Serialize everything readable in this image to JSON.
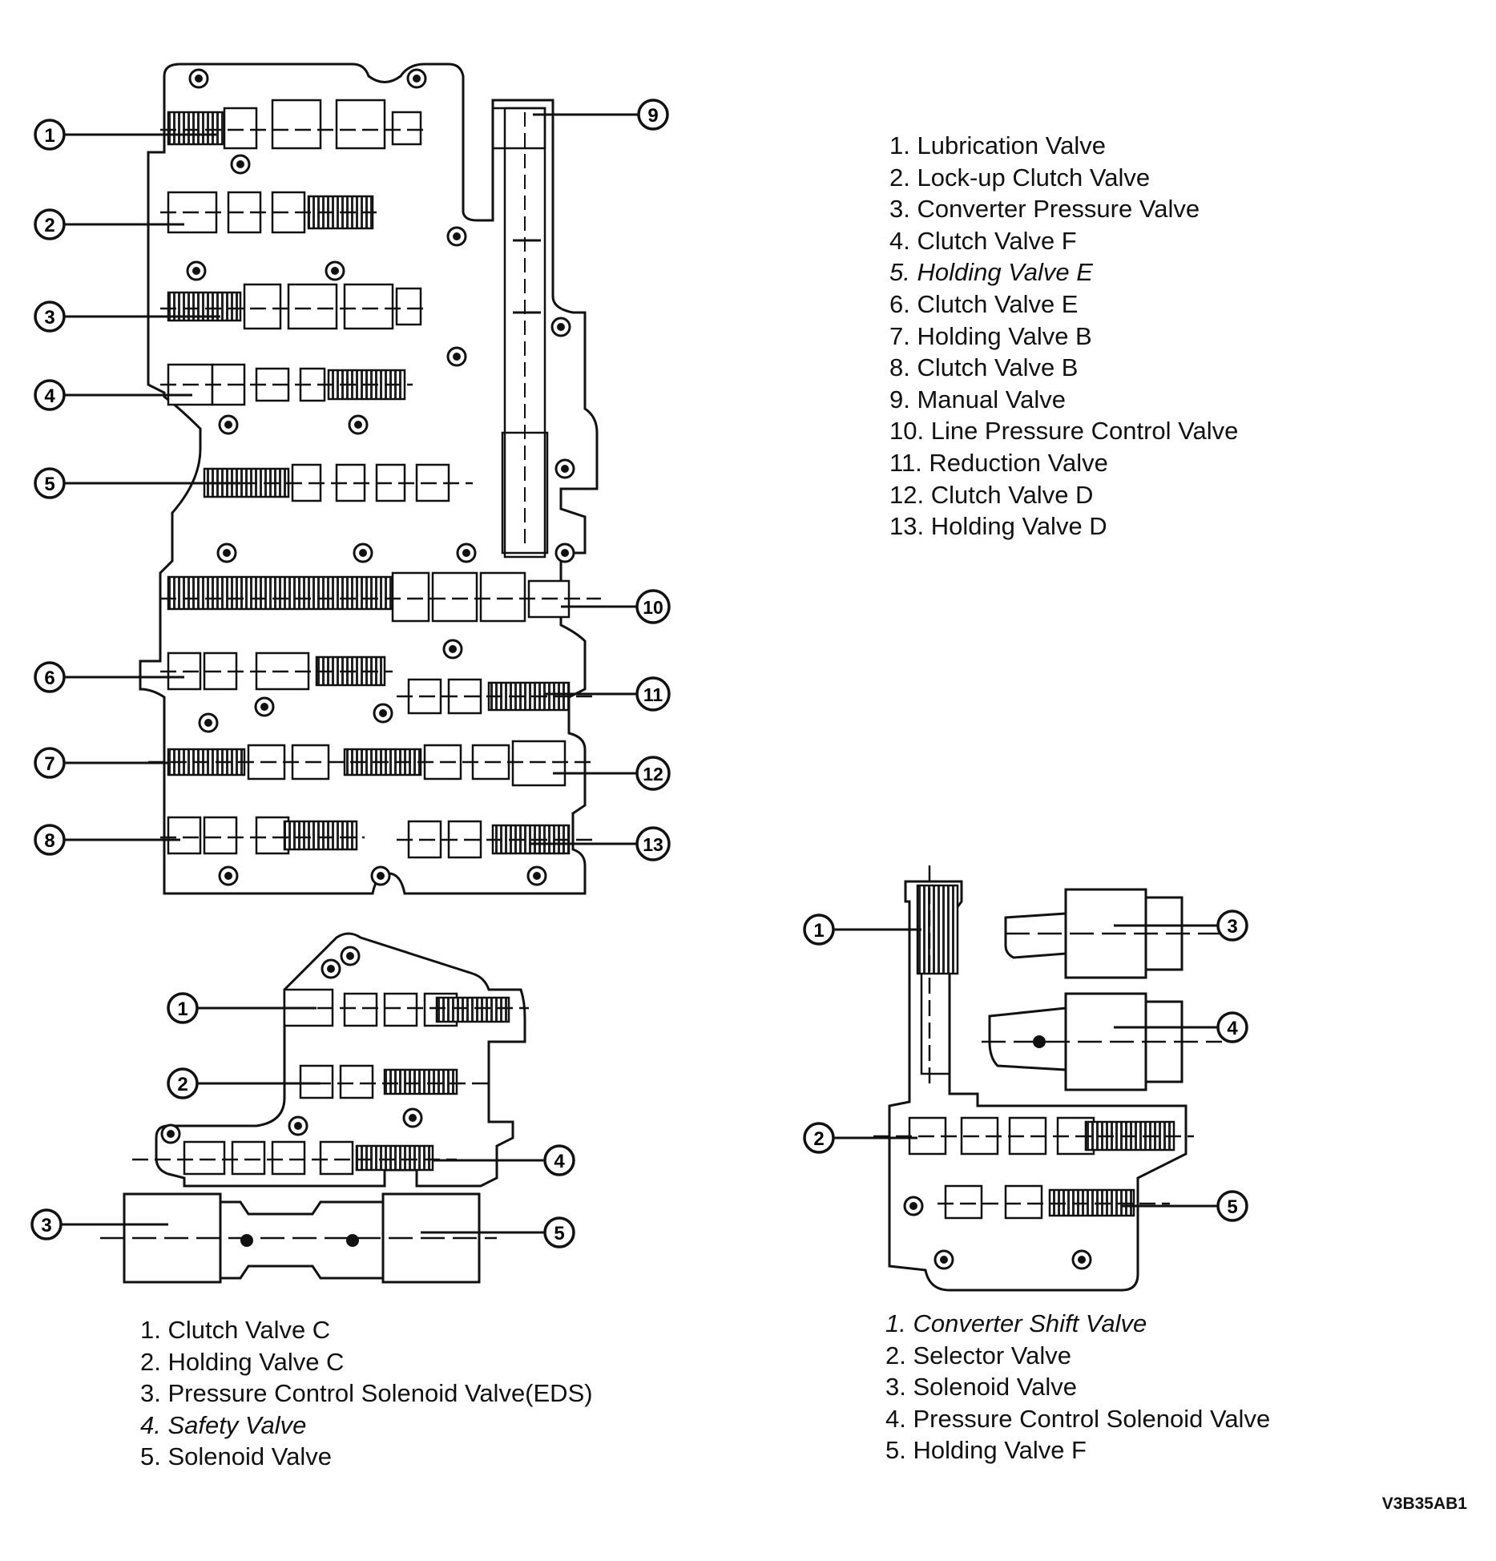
{
  "diagram_main": {
    "callouts_left": [
      "1",
      "2",
      "3",
      "4",
      "5",
      "6",
      "7",
      "8"
    ],
    "callouts_right": [
      "9",
      "10",
      "11",
      "12",
      "13"
    ],
    "legend": [
      "1. Lubrication Valve",
      "2. Lock-up Clutch Valve",
      "3. Converter Pressure Valve",
      "4. Clutch  Valve F",
      "5. Holding Valve E",
      "6. Clutch Valve E",
      "7. Holding Valve B",
      "8. Clutch Valve B",
      "9. Manual Valve",
      "10. Line Pressure Control Valve",
      "11. Reduction Valve",
      "12. Clutch Valve D",
      "13. Holding Valve D"
    ]
  },
  "diagram_bottom_left": {
    "callouts": [
      "1",
      "2",
      "3",
      "4",
      "5"
    ],
    "legend": [
      "1. Clutch Valve C",
      "2. Holding Valve C",
      "3. Pressure Control Solenoid Valve(EDS)",
      "4. Safety Valve",
      "5. Solenoid Valve"
    ]
  },
  "diagram_bottom_right": {
    "callouts": [
      "1",
      "2",
      "3",
      "4",
      "5"
    ],
    "legend": [
      "1. Converter Shift Valve",
      "2. Selector Valve",
      "3. Solenoid Valve",
      "4. Pressure Control Solenoid Valve",
      "5. Holding Valve F"
    ]
  },
  "reference_code": "V3B35AB1"
}
